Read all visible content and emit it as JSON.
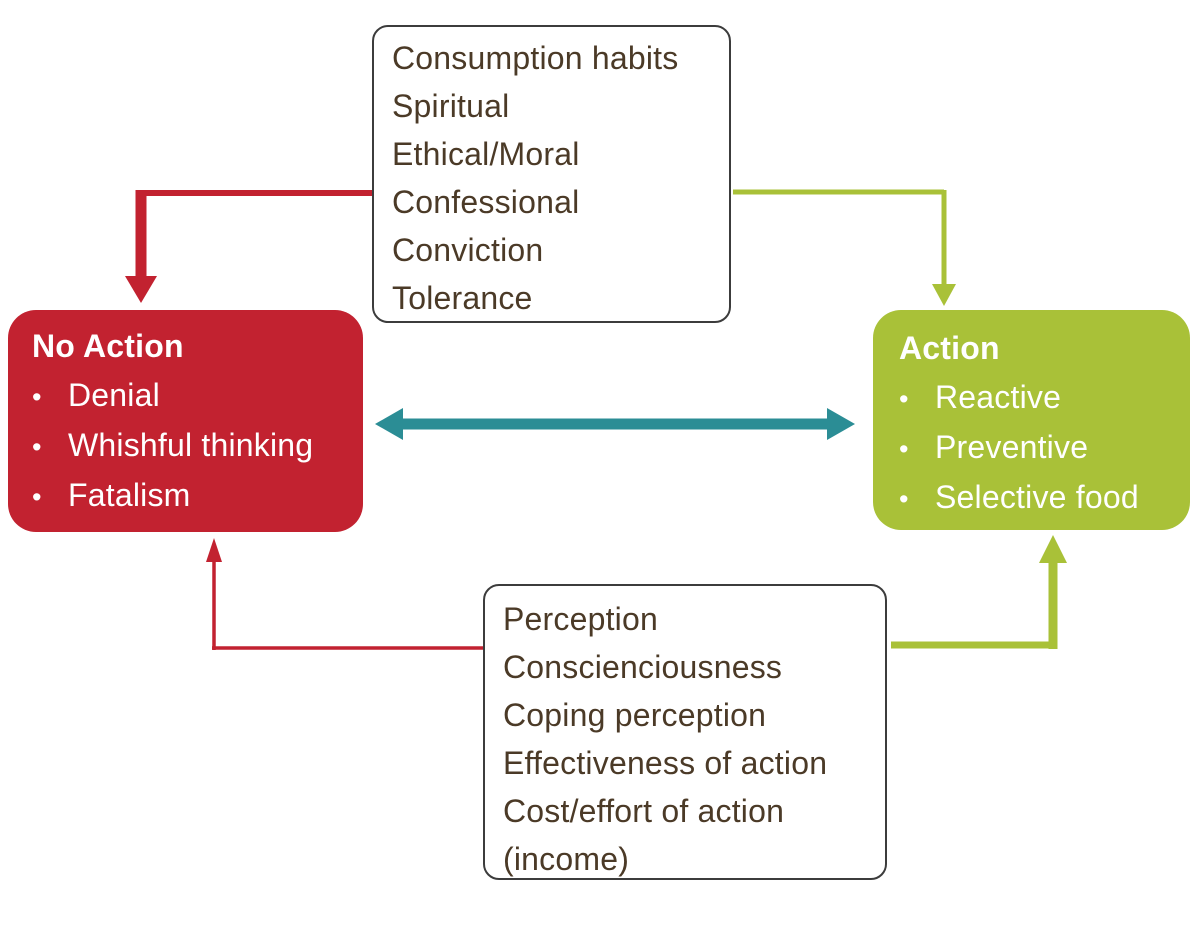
{
  "colors": {
    "no-action-red": "#c22230",
    "action-green": "#a9c138",
    "link-teal": "#2b8d95",
    "text-brown": "#4b3a27",
    "box-outline": "#3c3c3c"
  },
  "top_box": {
    "items": [
      "Consumption habits",
      "Spiritual",
      "Ethical/Moral",
      "Confessional",
      "Conviction",
      "Tolerance"
    ]
  },
  "no_action_box": {
    "title": "No Action",
    "items": [
      "Denial",
      "Whishful thinking",
      "Fatalism"
    ]
  },
  "action_box": {
    "title": "Action",
    "items": [
      "Reactive",
      "Preventive",
      "Selective food"
    ]
  },
  "bottom_box": {
    "items": [
      "Perception",
      "Conscienciousness",
      "Coping perception",
      "Effectiveness of action",
      "Cost/effort of action (income)"
    ]
  }
}
